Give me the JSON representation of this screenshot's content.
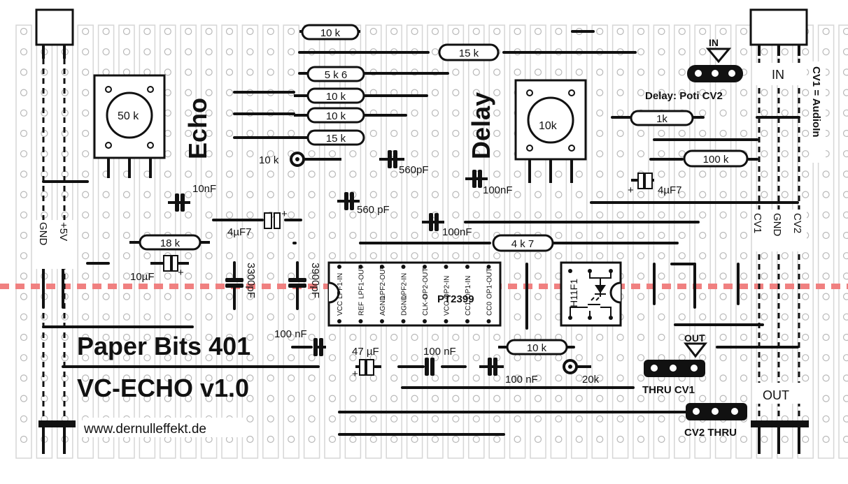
{
  "title": "Paper Bits 401",
  "subtitle": "VC-ECHO v1.0",
  "website": "www.dernulleffekt.de",
  "labels": {
    "echo": "Echo",
    "delay": "Delay",
    "delay_poti": "Delay:  Poti CV2",
    "cv1_audioin": "CV1 = AudioIn",
    "in": "IN",
    "in_arrow": "IN",
    "out": "OUT",
    "out_arrow": "OUT",
    "thru_cv1": "THRU CV1",
    "cv2_thru": "CV2 THRU",
    "gnd_left": "GND",
    "plus5v": "+5V",
    "cv1": "CV1",
    "gnd_right": "GND",
    "cv2": "CV2"
  },
  "pots": {
    "echo_pot": "50 k",
    "delay_pot": "10k"
  },
  "resistors": {
    "r_10k_top": "10 k",
    "r_15k_top": "15 k",
    "r_5k6": "5 k 6",
    "r_10k_a": "10 k",
    "r_10k_b": "10 k",
    "r_15k_b": "15 k",
    "r_1k": "1k",
    "r_100k": "100 k",
    "r_18k": "18 k",
    "r_4k7": "4 k 7",
    "r_10k_bottom": "10 k",
    "r_10k_standing": "10 k",
    "r_20k_standing": "20k"
  },
  "capacitors": {
    "c_560pf_a": "560pF",
    "c_560pf_b": "560 pF",
    "c_10nf": "10nF",
    "c_100nf_a": "100nF",
    "c_100nf_b": "100nF",
    "c_4uf7_a": "4µF7",
    "c_4uf7_b": "4µF7",
    "c_10uf": "10µF",
    "c_3300pf": "3300pF",
    "c_3900pf": "3900pF",
    "c_100nf_c": "100 nF",
    "c_47uf": "47 µF",
    "c_100nf_d": "100 nF",
    "c_100nf_e": "100 nF"
  },
  "polarity": {
    "plus": "+"
  },
  "ic": {
    "name": "PT2399",
    "top_pins": [
      "LPF1-IN",
      "LPF1-OUT",
      "LPF2-OUT",
      "LPF2-IN",
      "OP2-OUT",
      "OP2-IN",
      "OP1-IN",
      "OP1-OUT"
    ],
    "bottom_pins": [
      "VCC",
      "REF",
      "AGND",
      "DGND",
      "CLK-O",
      "VCO",
      "CC1",
      "CC0"
    ]
  },
  "optocoupler": {
    "name": "H11F1"
  },
  "colors": {
    "track": "#d6d6d6",
    "hole": "#b8b8b8",
    "ink": "#111111",
    "cut_line": "#f08080",
    "background": "#ffffff"
  }
}
